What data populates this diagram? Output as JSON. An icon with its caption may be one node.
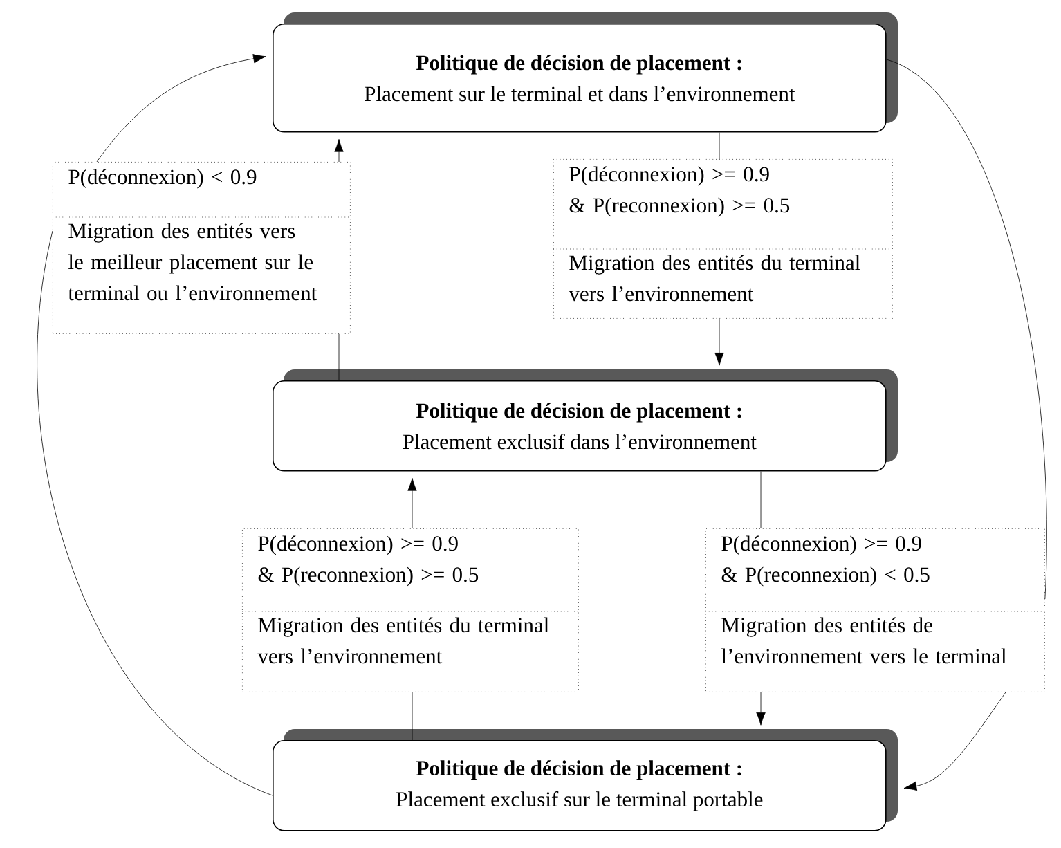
{
  "diagram": {
    "nodes": [
      {
        "text": [
          "Politique de décision de placement :",
          "Placement sur le terminal et dans l’environnement"
        ]
      },
      {
        "text": [
          "P(déconnexion) < 0.9",
          "Migration des entités vers le meilleur placement sur le terminal ou l’environnement"
        ]
      },
      {
        "text": [
          "P(déconnexion) >= 0.9 & P(reconnexion) >= 0.5",
          "Migration des entités du terminal vers l’environnement"
        ]
      },
      {
        "text": [
          "Politique de décision de placement :",
          "Placement exclusif dans l’environnement"
        ]
      },
      {
        "text": [
          "P(déconnexion) >= 0.9 & P(reconnexion) >= 0.5",
          "Migration des entités du terminal vers l’environnement"
        ]
      },
      {
        "text": [
          "P(déconnexion) >= 0.9 & P(reconnexion) < 0.5",
          "Migration des entités de l’environnement vers le terminal"
        ]
      },
      {
        "text": [
          "Politique de décision de placement :",
          "Placement exclusif sur le terminal portable"
        ]
      }
    ],
    "edges": [
      {
        "from": 3,
        "to": 1,
        "arrow": "none"
      },
      {
        "from": 1,
        "to": 0,
        "arrow": "to"
      },
      {
        "from": 0,
        "to": 2,
        "arrow": "none"
      },
      {
        "from": 2,
        "to": 3,
        "arrow": "to"
      },
      {
        "from": 6,
        "to": 4,
        "arrow": "none"
      },
      {
        "from": 4,
        "to": 3,
        "arrow": "to"
      },
      {
        "from": 3,
        "to": 5,
        "arrow": "none"
      },
      {
        "from": 5,
        "to": 6,
        "arrow": "to"
      },
      {
        "from": 6,
        "to": 1,
        "arrow": "none"
      },
      {
        "from": 1,
        "to": 0,
        "arrow": "to"
      },
      {
        "from": 0,
        "to": 5,
        "arrow": "none"
      },
      {
        "from": 5,
        "to": 6,
        "arrow": "to"
      }
    ]
  }
}
